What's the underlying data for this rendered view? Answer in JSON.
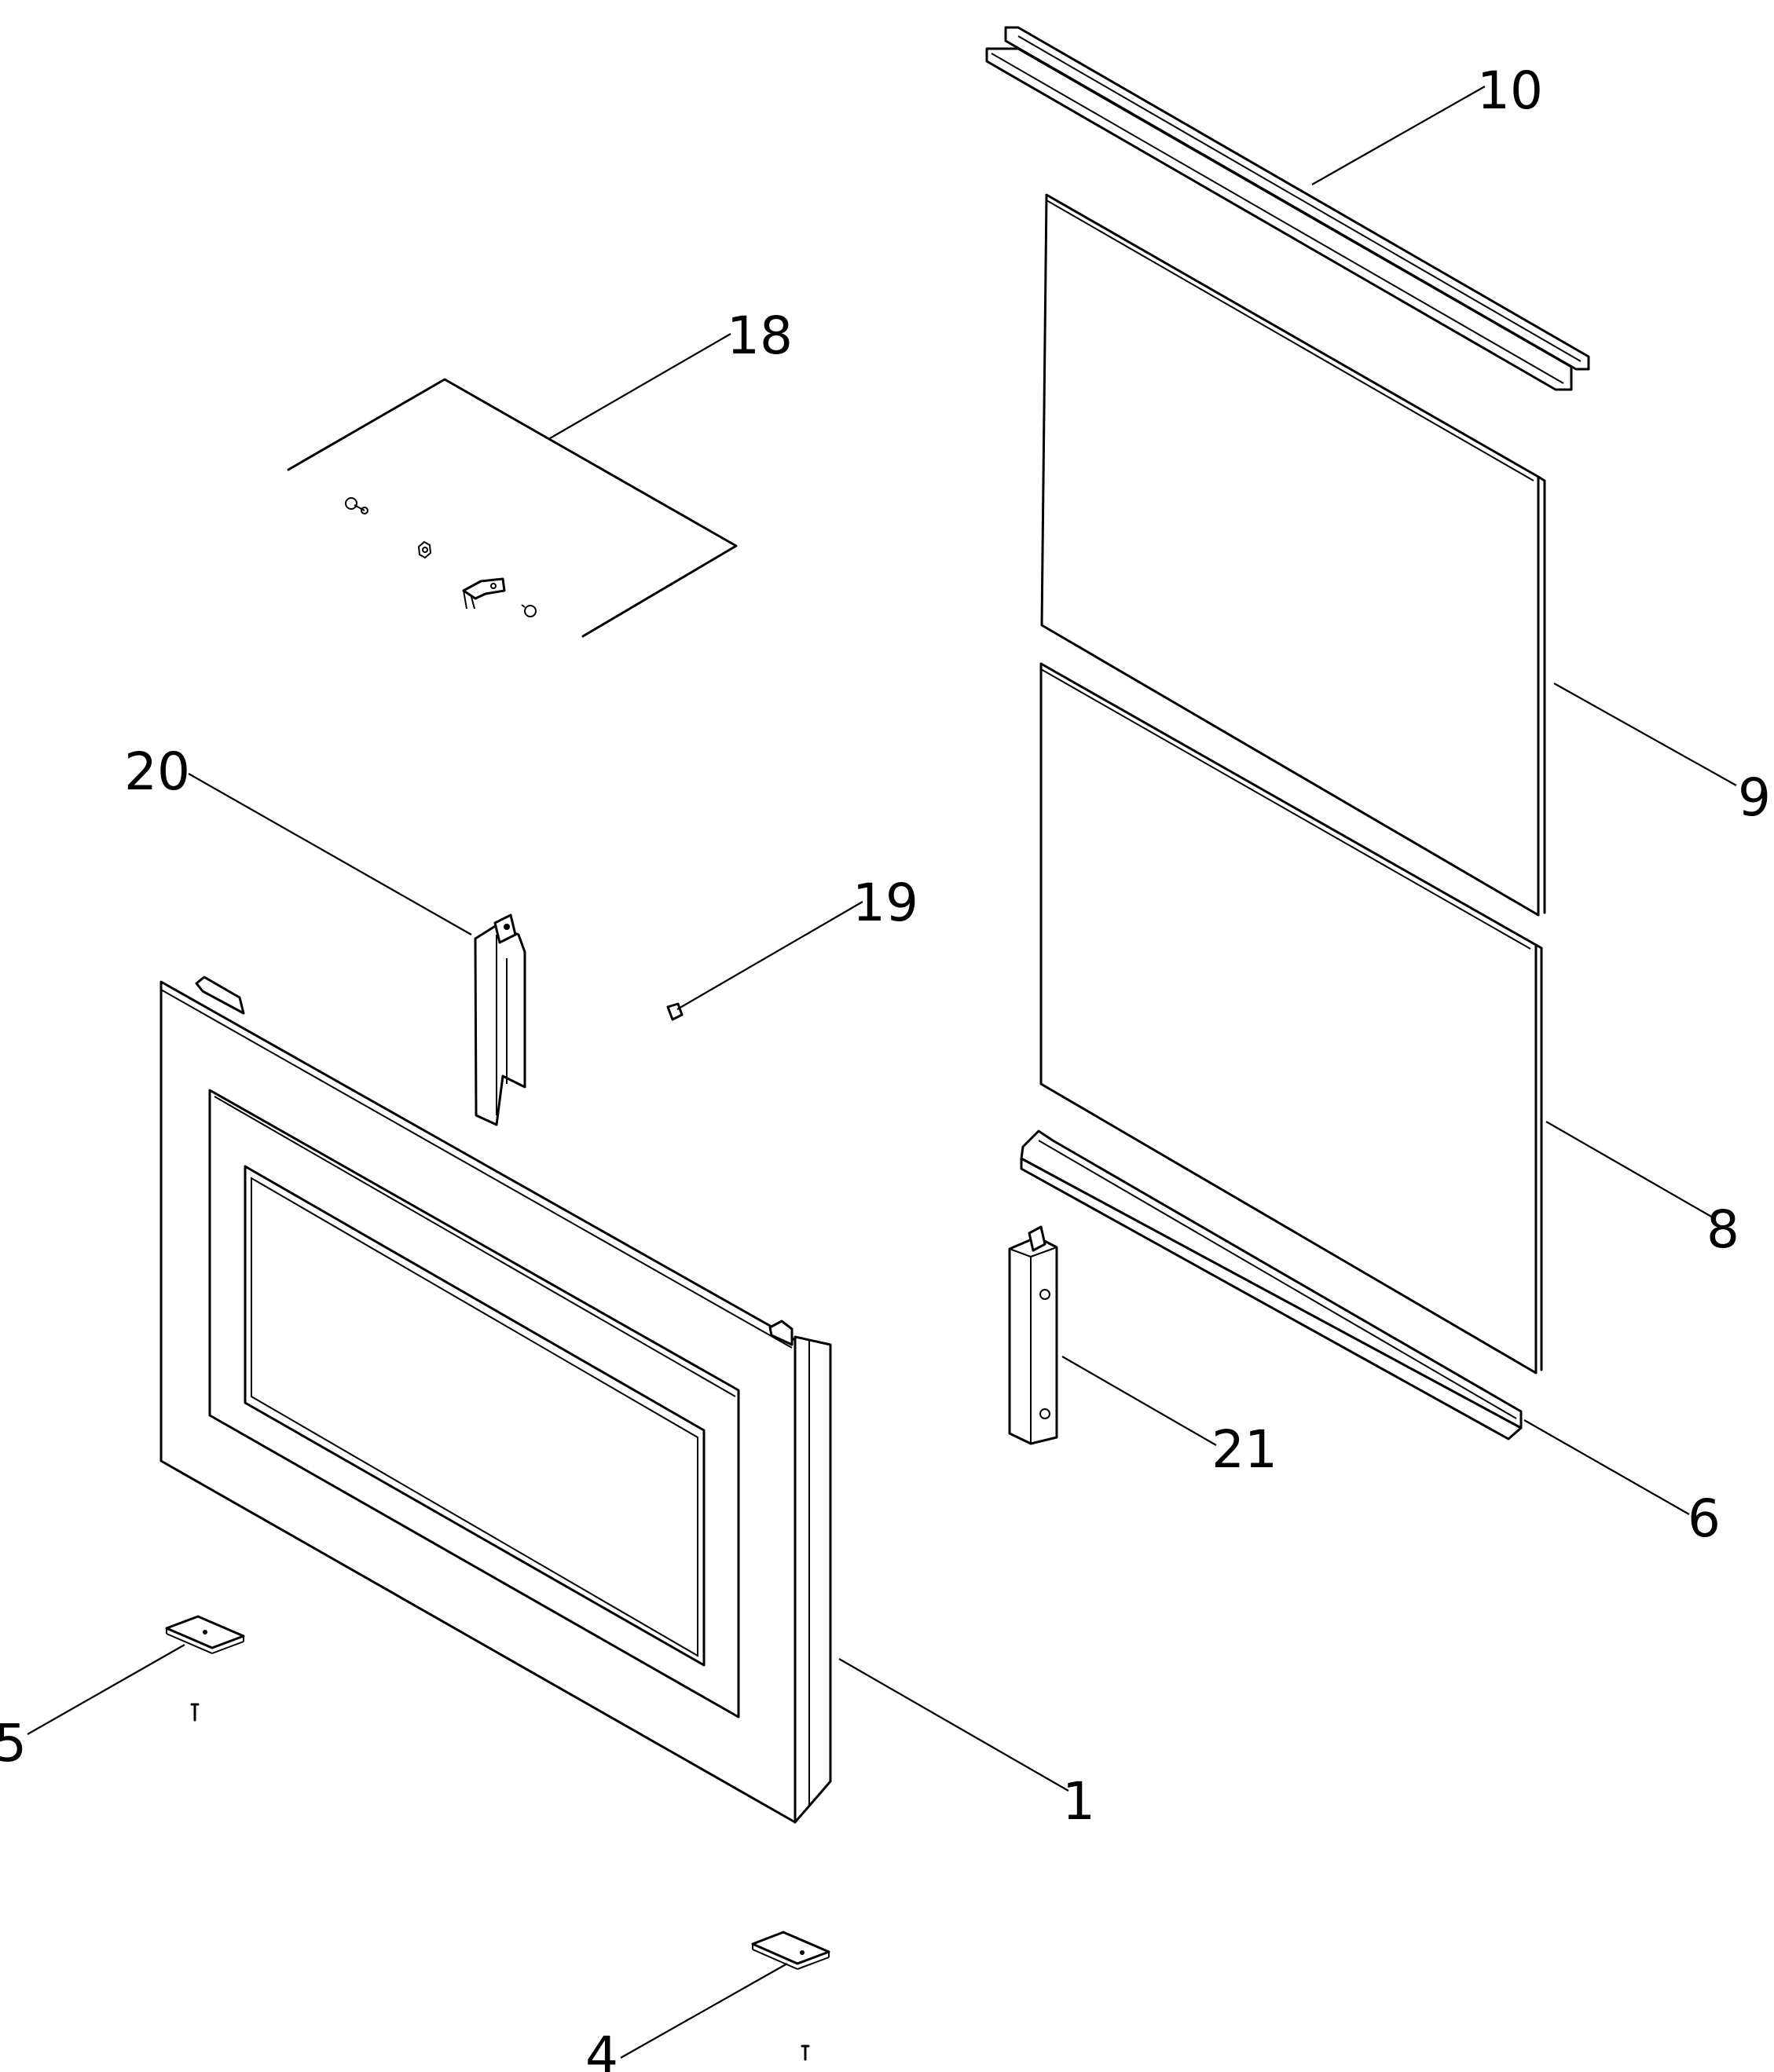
{
  "diagram": {
    "callouts": [
      {
        "id": "1",
        "text": "1"
      },
      {
        "id": "4",
        "text": "4"
      },
      {
        "id": "5",
        "text": "5"
      },
      {
        "id": "6",
        "text": "6"
      },
      {
        "id": "8",
        "text": "8"
      },
      {
        "id": "9",
        "text": "9"
      },
      {
        "id": "10",
        "text": "10"
      },
      {
        "id": "18",
        "text": "18"
      },
      {
        "id": "19",
        "text": "19"
      },
      {
        "id": "20",
        "text": "20"
      },
      {
        "id": "21",
        "text": "21"
      }
    ]
  }
}
